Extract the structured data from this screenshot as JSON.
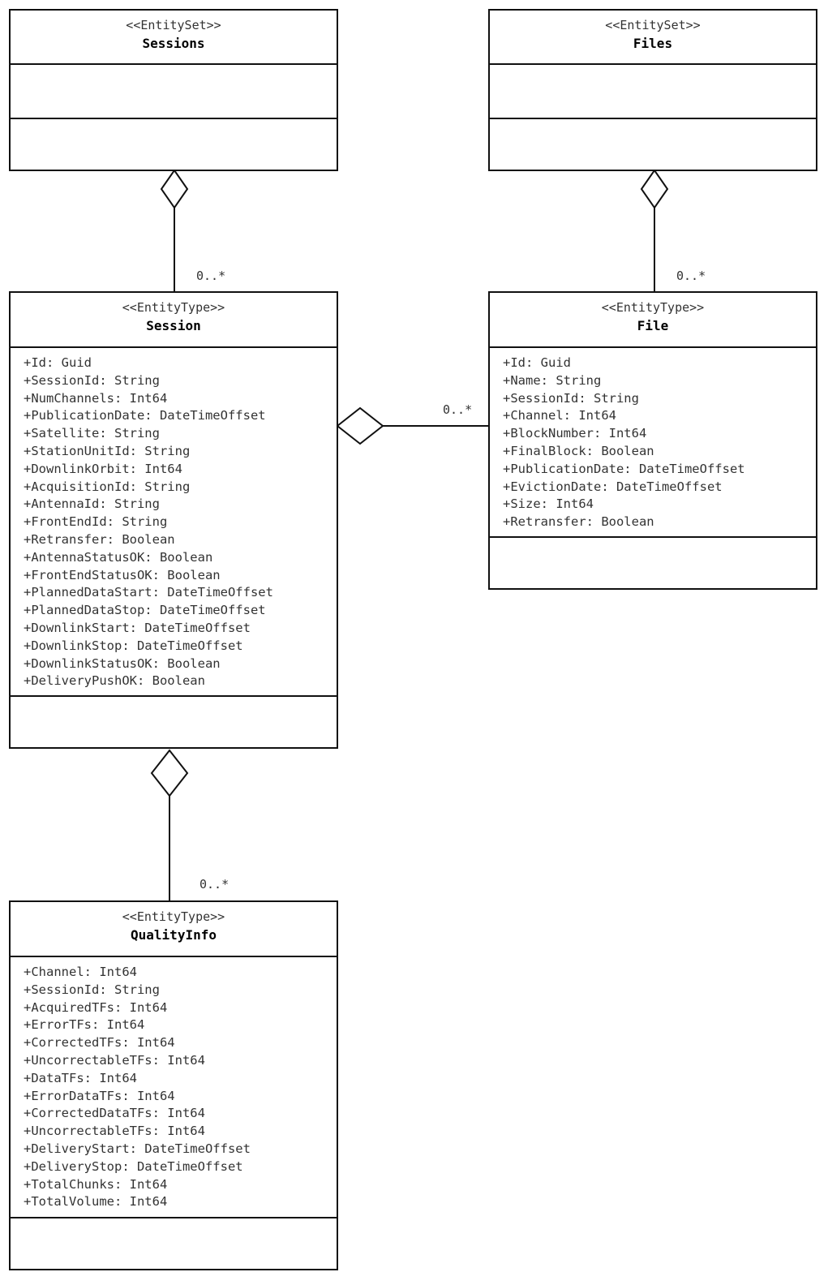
{
  "entities": {
    "sessions_set": {
      "stereotype": "<<EntitySet>>",
      "name": "Sessions"
    },
    "files_set": {
      "stereotype": "<<EntitySet>>",
      "name": "Files"
    },
    "session": {
      "stereotype": "<<EntityType>>",
      "name": "Session",
      "attributes": [
        "+Id: Guid",
        "+SessionId: String",
        "+NumChannels: Int64",
        "+PublicationDate: DateTimeOffset",
        "+Satellite: String",
        "+StationUnitId: String",
        "+DownlinkOrbit: Int64",
        "+AcquisitionId: String",
        "+AntennaId: String",
        "+FrontEndId: String",
        "+Retransfer: Boolean",
        "+AntennaStatusOK: Boolean",
        "+FrontEndStatusOK: Boolean",
        "+PlannedDataStart: DateTimeOffset",
        "+PlannedDataStop: DateTimeOffset",
        "+DownlinkStart: DateTimeOffset",
        "+DownlinkStop: DateTimeOffset",
        "+DownlinkStatusOK: Boolean",
        "+DeliveryPushOK: Boolean"
      ]
    },
    "file": {
      "stereotype": "<<EntityType>>",
      "name": "File",
      "attributes": [
        "+Id: Guid",
        "+Name: String",
        "+SessionId: String",
        "+Channel: Int64",
        "+BlockNumber: Int64",
        "+FinalBlock: Boolean",
        "+PublicationDate: DateTimeOffset",
        "+EvictionDate: DateTimeOffset",
        "+Size: Int64",
        "+Retransfer: Boolean"
      ]
    },
    "quality_info": {
      "stereotype": "<<EntityType>>",
      "name": "QualityInfo",
      "attributes": [
        "+Channel: Int64",
        "+SessionId: String",
        "+AcquiredTFs: Int64",
        "+ErrorTFs: Int64",
        "+CorrectedTFs: Int64",
        "+UncorrectableTFs: Int64",
        "+DataTFs: Int64",
        "+ErrorDataTFs: Int64",
        "+CorrectedDataTFs: Int64",
        "+UncorrectableTFs: Int64",
        "+DeliveryStart: DateTimeOffset",
        "+DeliveryStop: DateTimeOffset",
        "+TotalChunks: Int64",
        "+TotalVolume: Int64"
      ]
    }
  },
  "multiplicities": {
    "sessions_to_session": "0..*",
    "files_to_file": "0..*",
    "session_to_file": "0..*",
    "session_to_quality": "0..*"
  }
}
